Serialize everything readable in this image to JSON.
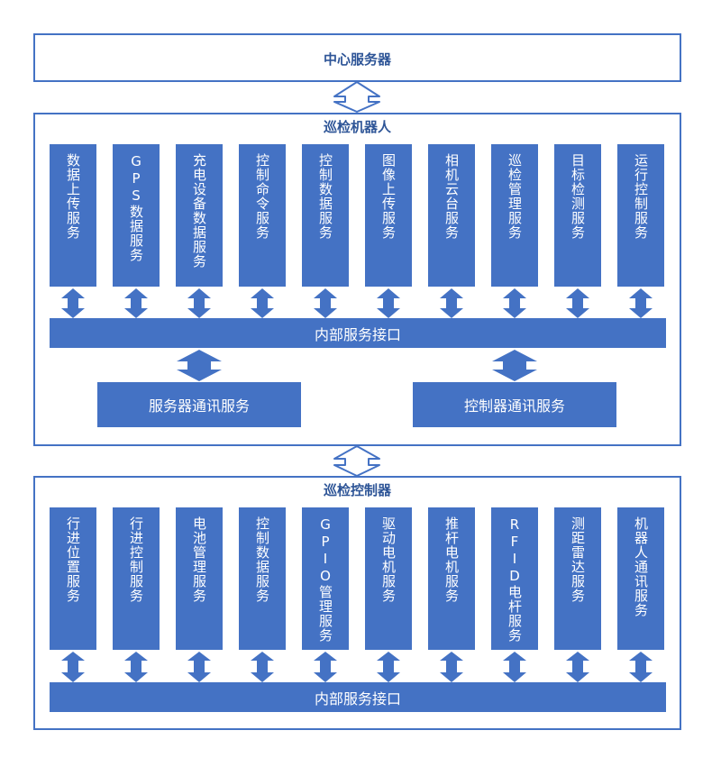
{
  "central_server": {
    "title": "中心服务器"
  },
  "robot": {
    "title": "巡检机器人",
    "services": [
      "数据上传服务",
      "GPS数据服务",
      "充电设备数据服务",
      "控制命令服务",
      "控制数据服务",
      "图像上传服务",
      "相机云台服务",
      "巡检管理服务",
      "目标检测服务",
      "运行控制服务"
    ],
    "interface_label": "内部服务接口",
    "comm": {
      "server": "服务器通讯服务",
      "controller": "控制器通讯服务"
    }
  },
  "controller": {
    "title": "巡检控制器",
    "services": [
      "行进位置服务",
      "行进控制服务",
      "电池管理服务",
      "控制数据服务",
      "GPIO管理服务",
      "驱动电机服务",
      "推杆电机服务",
      "RFID电杆服务",
      "测距雷达服务",
      "机器人通讯服务"
    ],
    "interface_label": "内部服务接口"
  },
  "colors": {
    "box": "#4472c4",
    "title": "#2e5597",
    "border": "#4472c4"
  }
}
